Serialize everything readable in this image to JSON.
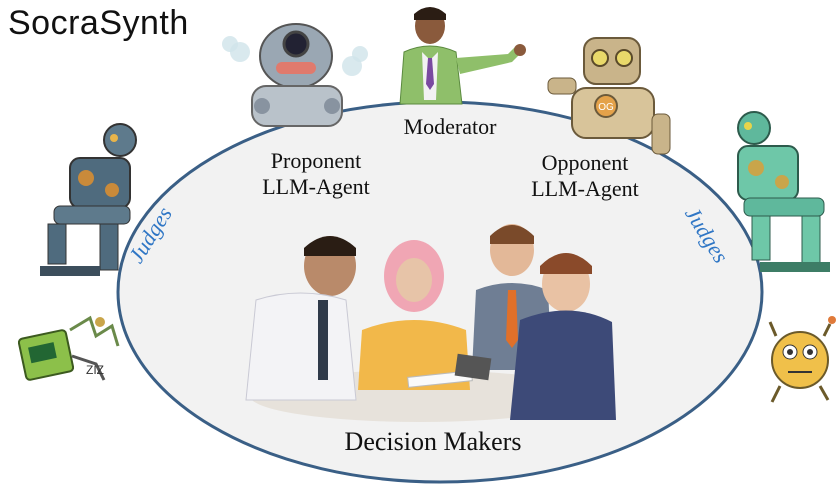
{
  "title": "SocraSynth",
  "roles": {
    "moderator": "Moderator",
    "proponent_line1": "Proponent",
    "proponent_line2": "LLM-Agent",
    "opponent_line1": "Opponent",
    "opponent_line2": "LLM-Agent",
    "judges_left": "Judges",
    "judges_right": "Judges",
    "decision_makers": "Decision Makers"
  },
  "colors": {
    "ellipse_fill": "#f2f2f2",
    "ellipse_stroke": "#3a5f86",
    "judges_text": "#2f76c5"
  },
  "figures": [
    {
      "name": "robot-round-head",
      "kind": "robot"
    },
    {
      "name": "moderator-man",
      "kind": "human"
    },
    {
      "name": "robot-og",
      "kind": "robot"
    },
    {
      "name": "robot-thinker-left",
      "kind": "robot"
    },
    {
      "name": "robot-thinker-right",
      "kind": "robot"
    },
    {
      "name": "robot-broken-left",
      "kind": "robot"
    },
    {
      "name": "robot-small-right",
      "kind": "robot"
    },
    {
      "name": "meeting-group",
      "kind": "humans"
    }
  ]
}
